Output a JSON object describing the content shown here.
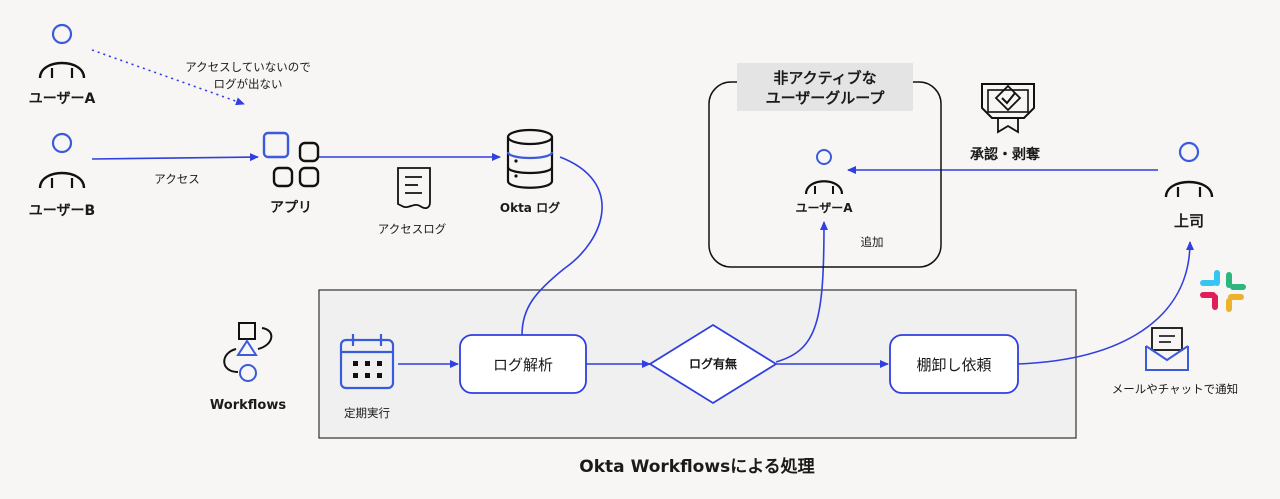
{
  "users": {
    "user_a": "ユーザーA",
    "user_b": "ユーザーB",
    "no_log_line1": "アクセスしていないので",
    "no_log_line2": "ログが出ない",
    "access": "アクセス"
  },
  "app": {
    "label": "アプリ"
  },
  "access_log": {
    "label": "アクセスログ"
  },
  "okta_log": {
    "label": "Okta ログ"
  },
  "inactive_group": {
    "title_line1": "非アクティブな",
    "title_line2": "ユーザーグループ",
    "member": "ユーザーA",
    "add": "追加"
  },
  "approval": {
    "label": "承認・剥奪"
  },
  "boss": {
    "label": "上司"
  },
  "notify": {
    "label": "メールやチャットで通知"
  },
  "workflows": {
    "label": "Workflows",
    "caption": "Okta Workflowsによる処理",
    "schedule": "定期実行",
    "parse": "ログ解析",
    "decision": "ログ有無",
    "request": "棚卸し依頼"
  },
  "colors": {
    "accent": "#3b5bdb",
    "line": "#2f3fe0",
    "dark": "#111111",
    "panel": "#f0f0f0",
    "group_label_bg": "#e4e4e4"
  }
}
